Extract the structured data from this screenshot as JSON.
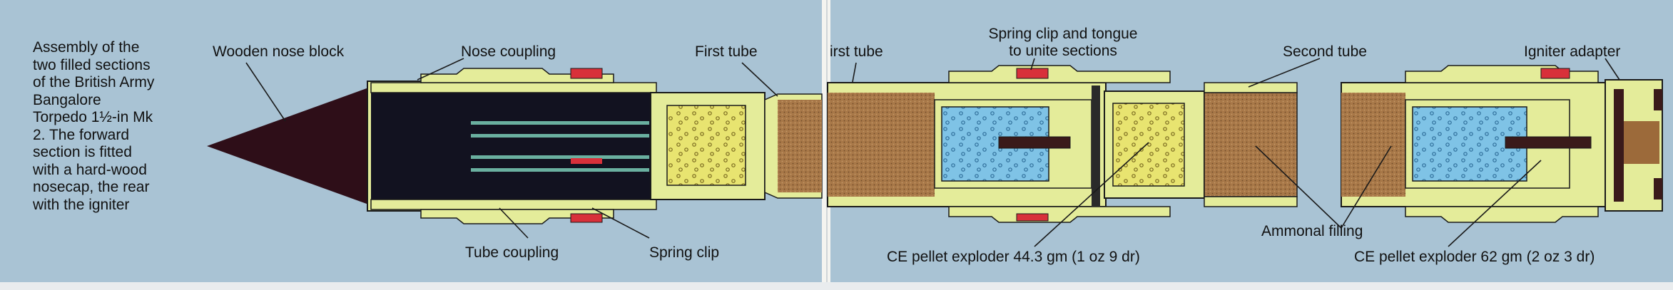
{
  "caption": "Assembly of the\ntwo filled sections\nof the British Army\nBangalore\nTorpedo 1½-in Mk\n2. The forward\nsection is fitted\nwith a hard-wood\nnosecap, the rear\nwith the igniter",
  "labels": {
    "wooden_nose_block": "Wooden nose block",
    "nose_coupling": "Nose coupling",
    "first_tube_left": "First tube",
    "first_tube_right": "irst tube",
    "spring_clip_tongue": "Spring clip and tongue\nto unite sections",
    "second_tube": "Second tube",
    "igniter_adapter": "Igniter adapter",
    "tube_coupling": "Tube coupling",
    "spring_clip": "Spring clip",
    "ce_pellet_1": "CE pellet exploder 44.3 gm (1 oz 9 dr)",
    "ammonal_filling": "Ammonal filling",
    "ce_pellet_2": "CE pellet exploder 62 gm (2 oz 3 dr)"
  },
  "colors": {
    "background": "#a9c3d4",
    "tube_wall": "#e4ec9a",
    "ammonal": "#a87848",
    "ce_pellet": "#7fc3e6",
    "exploder": "#e8e470",
    "spring_clip": "#d8303a",
    "nose": "#2e0e18",
    "interior": "#121220"
  }
}
